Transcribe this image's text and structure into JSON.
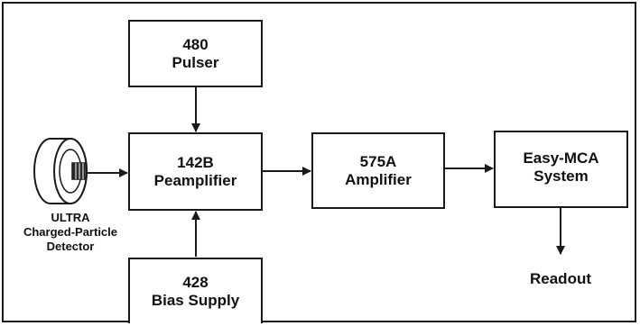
{
  "blocks": {
    "pulser": {
      "line1": "480",
      "line2": "Pulser"
    },
    "preamp": {
      "line1": "142B",
      "line2": "Peamplifier"
    },
    "amplifier": {
      "line1": "575A",
      "line2": "Amplifier"
    },
    "mca": {
      "line1": "Easy-MCA",
      "line2": "System"
    },
    "bias": {
      "line1": "428",
      "line2": "Bias Supply"
    }
  },
  "detector": {
    "line1": "ULTRA",
    "line2": "Charged-Particle",
    "line3": "Detector"
  },
  "readout": "Readout",
  "colors": {
    "line": "#1a1a1a",
    "box_fill": "#ffffff",
    "text": "#111111"
  }
}
